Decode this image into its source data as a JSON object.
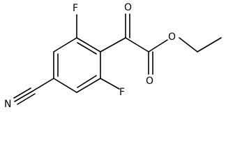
{
  "structure": {
    "atoms": {
      "fluorine_top": "F",
      "fluorine_bottom": "F",
      "nitrile_nitrogen": "N",
      "keto_oxygen": "O",
      "ester_carbonyl_oxygen": "O",
      "ester_ether_oxygen": "O"
    }
  }
}
